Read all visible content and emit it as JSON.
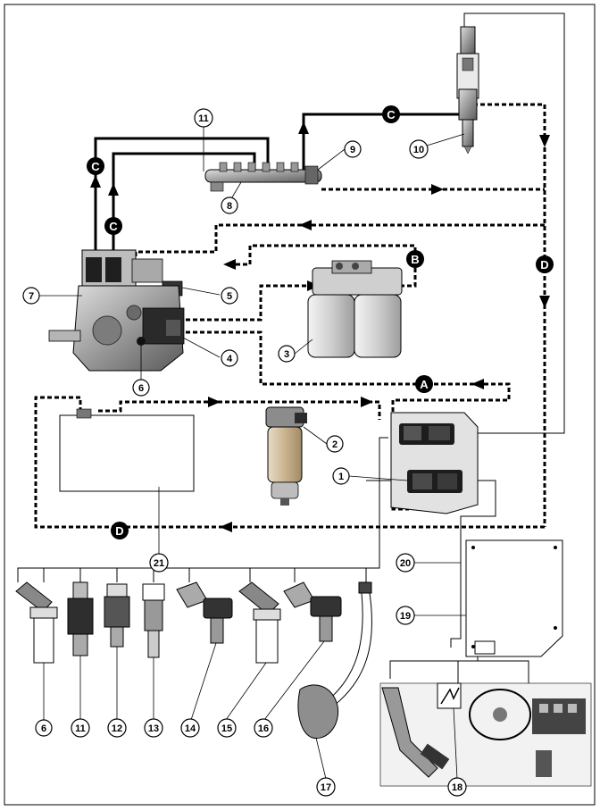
{
  "diagram": {
    "callouts": [
      {
        "id": "c1",
        "label": "1"
      },
      {
        "id": "c2",
        "label": "2"
      },
      {
        "id": "c3",
        "label": "3"
      },
      {
        "id": "c4",
        "label": "4"
      },
      {
        "id": "c5",
        "label": "5"
      },
      {
        "id": "c6a",
        "label": "6"
      },
      {
        "id": "c7",
        "label": "7"
      },
      {
        "id": "c8",
        "label": "8"
      },
      {
        "id": "c9",
        "label": "9"
      },
      {
        "id": "c10",
        "label": "10"
      },
      {
        "id": "c11a",
        "label": "11"
      },
      {
        "id": "c20",
        "label": "20"
      },
      {
        "id": "c19",
        "label": "19"
      },
      {
        "id": "c21",
        "label": "21"
      },
      {
        "id": "c6b",
        "label": "6"
      },
      {
        "id": "c11b",
        "label": "11"
      },
      {
        "id": "c12",
        "label": "12"
      },
      {
        "id": "c13",
        "label": "13"
      },
      {
        "id": "c14",
        "label": "14"
      },
      {
        "id": "c15",
        "label": "15"
      },
      {
        "id": "c16",
        "label": "16"
      },
      {
        "id": "c17",
        "label": "17"
      },
      {
        "id": "c18",
        "label": "18"
      }
    ],
    "line_labels": [
      {
        "id": "lC1",
        "label": "C"
      },
      {
        "id": "lC2",
        "label": "C"
      },
      {
        "id": "lC3",
        "label": "C"
      },
      {
        "id": "lB",
        "label": "B"
      },
      {
        "id": "lA",
        "label": "A"
      },
      {
        "id": "lD1",
        "label": "D"
      },
      {
        "id": "lD2",
        "label": "D"
      }
    ]
  }
}
